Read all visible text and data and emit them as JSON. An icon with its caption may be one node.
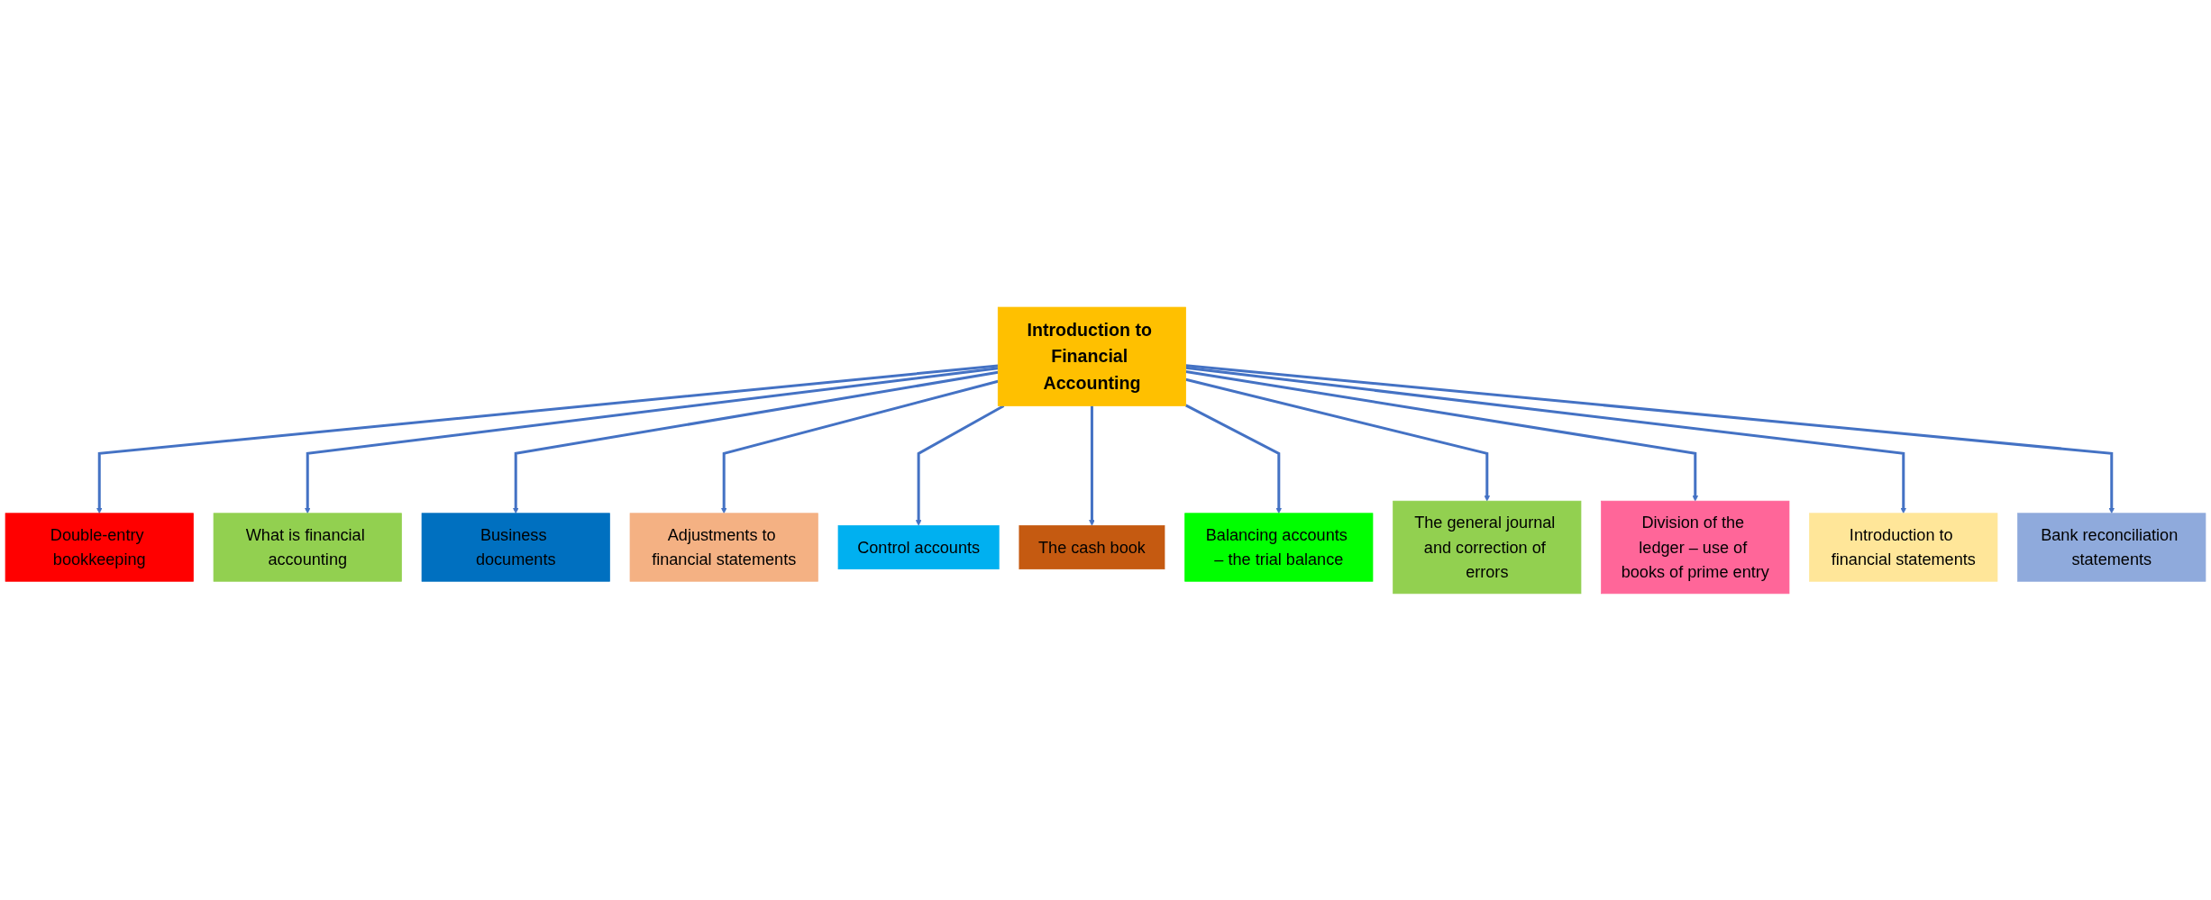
{
  "diagram": {
    "nodes": [
      {
        "text": [
          "What is financial accounting"
        ]
      },
      {
        "text": [
          "Business documents"
        ]
      },
      {
        "text": [
          "Adjustments to financial statements"
        ]
      },
      {
        "text": [
          "Double-entry bookkeeping"
        ]
      },
      {
        "text": [
          "Control accounts"
        ]
      },
      {
        "text": [
          "Introduction to Financial Accounting"
        ]
      },
      {
        "text": [
          "The cash book"
        ]
      },
      {
        "text": [
          "Bank reconciliation statements"
        ]
      },
      {
        "text": [
          "Balancing accounts – the trial balance"
        ]
      },
      {
        "text": [
          "Introduction to financial statements"
        ]
      },
      {
        "text": [
          "The general journal and correction of errors"
        ]
      },
      {
        "text": [
          "Division of the ledger – use of books of prime entry"
        ]
      }
    ],
    "edges": [
      {
        "from": 5,
        "to": 3,
        "arrow": "to"
      },
      {
        "from": 5,
        "to": 0,
        "arrow": "to"
      },
      {
        "from": 5,
        "to": 1,
        "arrow": "to"
      },
      {
        "from": 5,
        "to": 2,
        "arrow": "to"
      },
      {
        "from": 5,
        "to": 4,
        "arrow": "to"
      },
      {
        "from": 5,
        "to": 6,
        "arrow": "to"
      },
      {
        "from": 5,
        "to": 8,
        "arrow": "to"
      },
      {
        "from": 5,
        "to": 10,
        "arrow": "to"
      },
      {
        "from": 5,
        "to": 11,
        "arrow": "to"
      },
      {
        "from": 5,
        "to": 9,
        "arrow": "to"
      },
      {
        "from": 5,
        "to": 7,
        "arrow": "to"
      }
    ]
  }
}
